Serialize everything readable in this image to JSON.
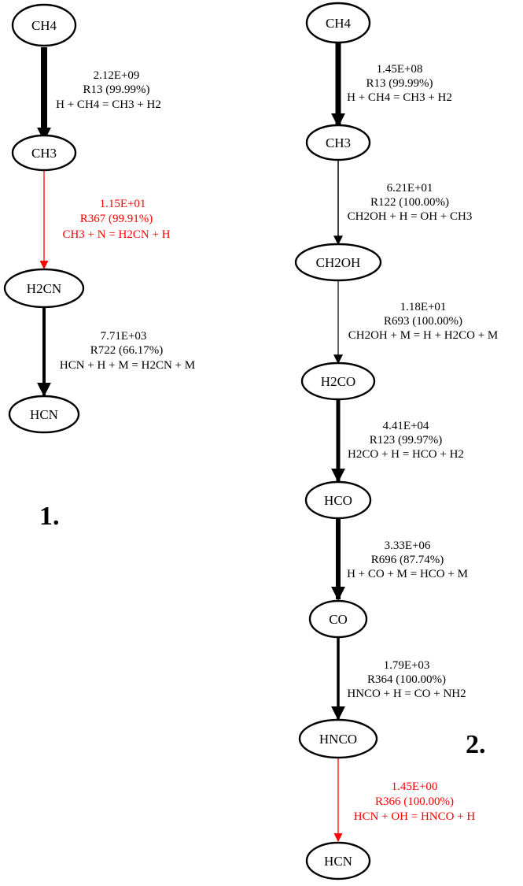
{
  "colors": {
    "normal": "#000000",
    "highlight": "#ff0000"
  },
  "panel1": {
    "label": "1.",
    "nodes": [
      "CH4",
      "CH3",
      "H2CN",
      "HCN"
    ],
    "edges": [
      {
        "rate": "2.12E+09",
        "reaction": "R13 (99.99%)",
        "equation": "H + CH4 = CH3 + H2",
        "highlight": false
      },
      {
        "rate": "1.15E+01",
        "reaction": "R367 (99.91%)",
        "equation": "CH3 + N = H2CN + H",
        "highlight": true
      },
      {
        "rate": "7.71E+03",
        "reaction": "R722 (66.17%)",
        "equation": "HCN + H + M = H2CN + M",
        "highlight": false
      }
    ]
  },
  "panel2": {
    "label": "2.",
    "nodes": [
      "CH4",
      "CH3",
      "CH2OH",
      "H2CO",
      "HCO",
      "CO",
      "HNCO",
      "HCN"
    ],
    "edges": [
      {
        "rate": "1.45E+08",
        "reaction": "R13 (99.99%)",
        "equation": "H + CH4 = CH3 + H2",
        "highlight": false
      },
      {
        "rate": "6.21E+01",
        "reaction": "R122 (100.00%)",
        "equation": "CH2OH + H = OH + CH3",
        "highlight": false
      },
      {
        "rate": "1.18E+01",
        "reaction": "R693 (100.00%)",
        "equation": "CH2OH + M = H + H2CO + M",
        "highlight": false
      },
      {
        "rate": "4.41E+04",
        "reaction": "R123 (99.97%)",
        "equation": "H2CO + H = HCO + H2",
        "highlight": false
      },
      {
        "rate": "3.33E+06",
        "reaction": "R696 (87.74%)",
        "equation": "H + CO + M = HCO + M",
        "highlight": false
      },
      {
        "rate": "1.79E+03",
        "reaction": "R364 (100.00%)",
        "equation": "HNCO + H = CO + NH2",
        "highlight": false
      },
      {
        "rate": "1.45E+00",
        "reaction": "R366 (100.00%)",
        "equation": "HCN + OH = HNCO + H",
        "highlight": true
      }
    ]
  }
}
